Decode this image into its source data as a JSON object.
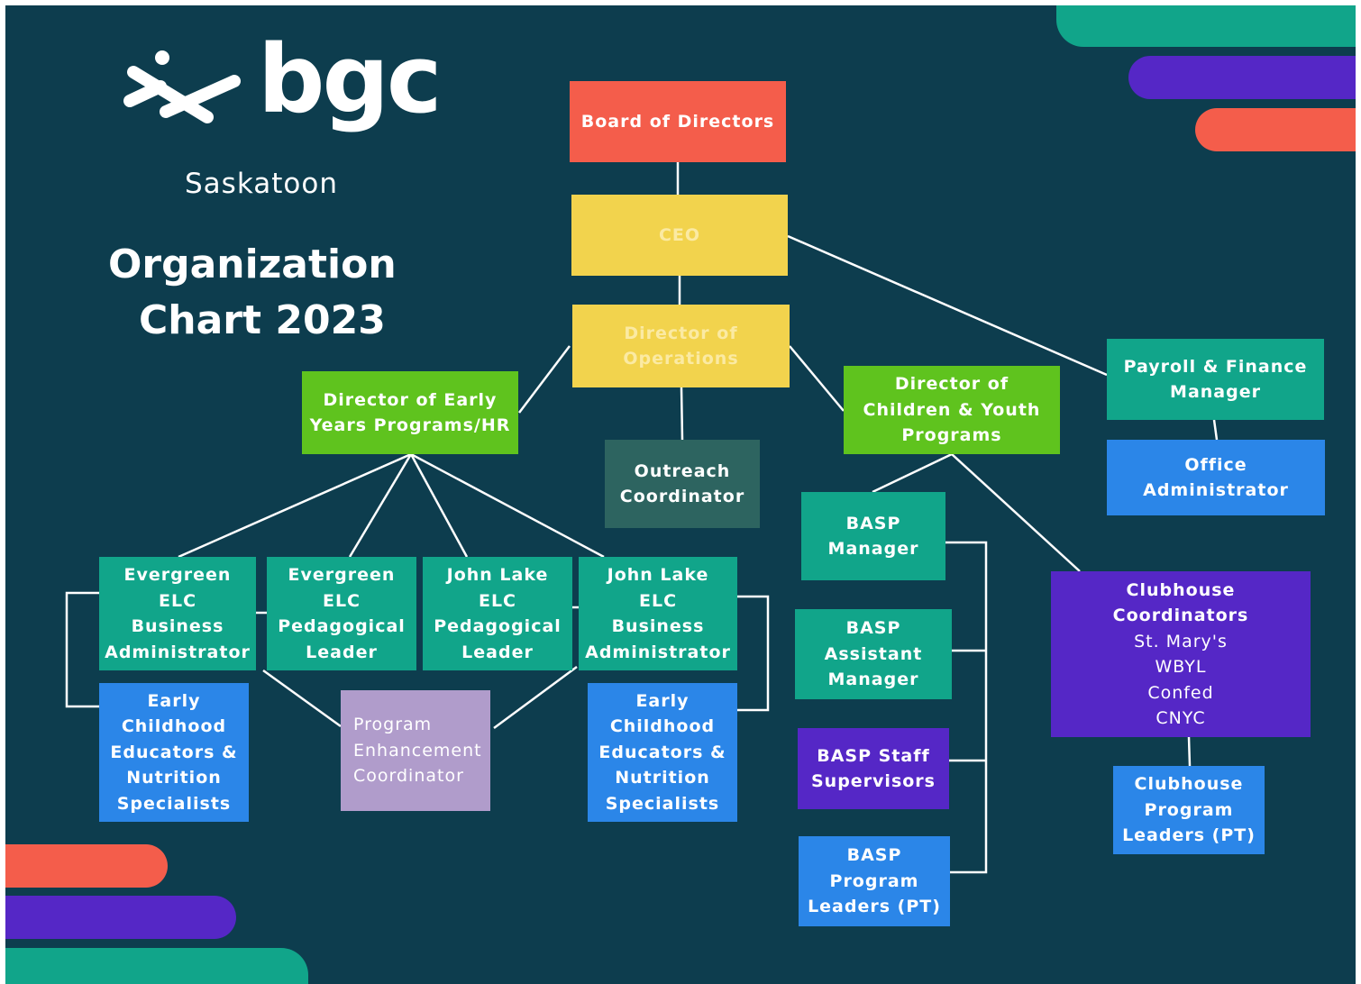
{
  "logo": {
    "brand": "bgc",
    "city": "Saskatoon",
    "icon": "bgc-logo-icon"
  },
  "title": {
    "line1": "Organization",
    "line2": "Chart 2023"
  },
  "colors": {
    "background": "#0d3d4e",
    "red": "#f45d4b",
    "yellow": "#f2d34d",
    "green": "#5fc31e",
    "teal": "#11a58a",
    "blue": "#2b86e8",
    "purple": "#5527c6",
    "lavender": "#b09ccb",
    "connector": "#ffffff"
  },
  "nodes": {
    "board": "Board of Directors",
    "ceo": "CEO",
    "director_operations": "Director of\nOperations",
    "director_early_years": "Director of Early\nYears Programs/HR",
    "outreach": "Outreach\nCoordinator",
    "director_children_youth": "Director of\nChildren & Youth\nPrograms",
    "payroll": "Payroll & Finance\nManager",
    "office_admin": "Office\nAdministrator",
    "evergreen_admin": "Evergreen\nELC\nBusiness\nAdministrator",
    "evergreen_ped": "Evergreen\nELC\nPedagogical\nLeader",
    "johnlake_ped": "John Lake\nELC\nPedagogical\nLeader",
    "johnlake_admin": "John Lake\nELC\nBusiness\nAdministrator",
    "ece_left": "Early\nChildhood\nEducators &\nNutrition\nSpecialists",
    "ece_right": "Early\nChildhood\nEducators &\nNutrition\nSpecialists",
    "program_enhancement": "Program\nEnhancement\nCoordinator",
    "basp_manager": "BASP\nManager",
    "basp_assistant": "BASP\nAssistant\nManager",
    "basp_staff": "BASP Staff\nSupervisors",
    "basp_leaders": "BASP\nProgram\nLeaders (PT)",
    "clubhouse_coordinators_title": "Clubhouse\nCoordinators",
    "clubhouse_coordinators_sites": "St. Mary's\nWBYL\nConfed\nCNYC",
    "clubhouse_leaders": "Clubhouse\nProgram\nLeaders (PT)"
  }
}
